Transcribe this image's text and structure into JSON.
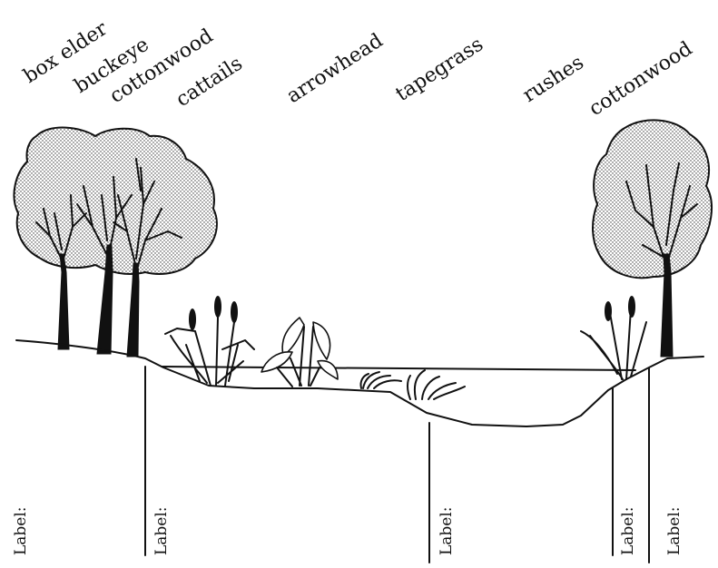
{
  "plant_labels": [
    "box elder",
    "buckeye",
    "cottonwood",
    "cattails",
    "arrowhead",
    "tapegrass",
    "rushes",
    "cottonwood"
  ],
  "slot_labels": [
    "Label:",
    "Label:",
    "Label:",
    "Label:",
    "Label:"
  ],
  "colors": {
    "ink": "#111111",
    "background": "#ffffff"
  }
}
